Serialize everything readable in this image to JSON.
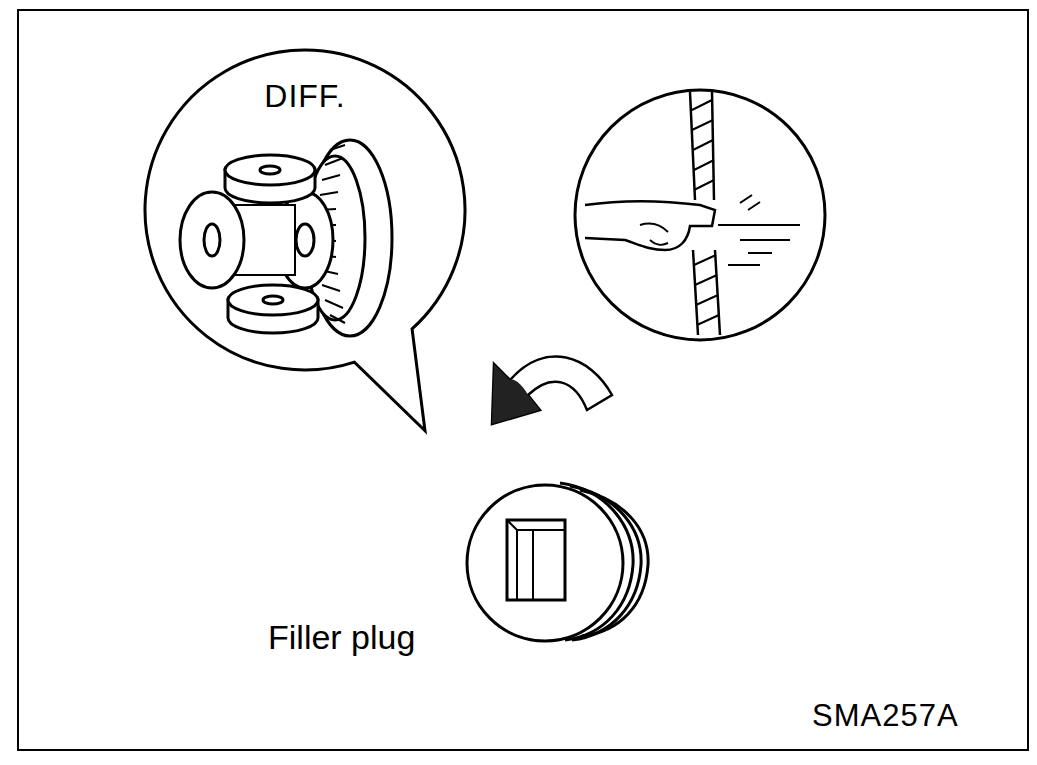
{
  "diagram": {
    "nodes": [
      {
        "text": [
          "DIFF."
        ]
      }
    ],
    "labels": [
      "Filler plug",
      "SMA257A"
    ]
  }
}
